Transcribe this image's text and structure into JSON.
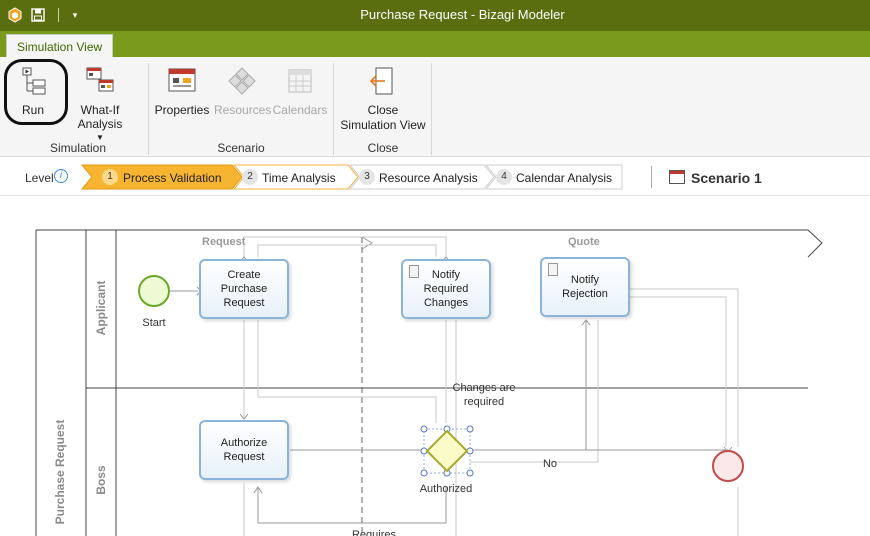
{
  "app": {
    "title": "Purchase Request - Bizagi Modeler",
    "colors": {
      "title_bar": "#5a6e10",
      "tab_strip": "#7a9a1c",
      "active_step": "#f6b431",
      "task_border": "#8cb4d8"
    }
  },
  "quick_access": {
    "icons": [
      "bizagi-logo-icon",
      "save-icon",
      "customize-dropdown-icon"
    ]
  },
  "tabs": [
    {
      "label": "Simulation View",
      "active": true
    }
  ],
  "ribbon": {
    "groups": [
      {
        "label": "Simulation",
        "buttons": [
          {
            "label": "Run",
            "icon": "run-icon"
          },
          {
            "label": "What-If Analysis",
            "icon": "what-if-icon"
          }
        ]
      },
      {
        "label": "Scenario",
        "buttons": [
          {
            "label": "Properties",
            "icon": "properties-icon"
          },
          {
            "label": "Resources",
            "icon": "resources-icon",
            "disabled": true
          },
          {
            "label": "Calendars",
            "icon": "calendars-icon",
            "disabled": true
          }
        ]
      },
      {
        "label": "Close",
        "buttons": [
          {
            "label": "Close Simulation View",
            "line1": "Close",
            "line2": "Simulation View",
            "icon": "close-view-icon"
          }
        ]
      }
    ]
  },
  "level_bar": {
    "label": "Level",
    "steps": [
      {
        "num": "1",
        "label": "Process Validation",
        "active": true
      },
      {
        "num": "2",
        "label": "Time Analysis"
      },
      {
        "num": "3",
        "label": "Resource Analysis"
      },
      {
        "num": "4",
        "label": "Calendar Analysis"
      }
    ],
    "scenario": "Scenario 1"
  },
  "diagram": {
    "pool": "Purchase Request",
    "lanes": [
      "Applicant",
      "Boss"
    ],
    "phases": [
      "Request",
      "Quote"
    ],
    "start_label": "Start",
    "tasks": [
      {
        "label": "Create Purchase Request",
        "l1": "Create",
        "l2": "Purchase",
        "l3": "Request"
      },
      {
        "label": "Notify Required Changes",
        "l1": "Notify",
        "l2": "Required",
        "l3": "Changes"
      },
      {
        "label": "Notify Rejection",
        "l1": "Notify",
        "l2": "Rejection"
      },
      {
        "label": "Authorize Request",
        "l1": "Authorize",
        "l2": "Request"
      }
    ],
    "gateway_label": "Authorized",
    "flow_labels": {
      "changes_l1": "Changes are",
      "changes_l2": "required",
      "no": "No",
      "requires": "Requires"
    }
  }
}
